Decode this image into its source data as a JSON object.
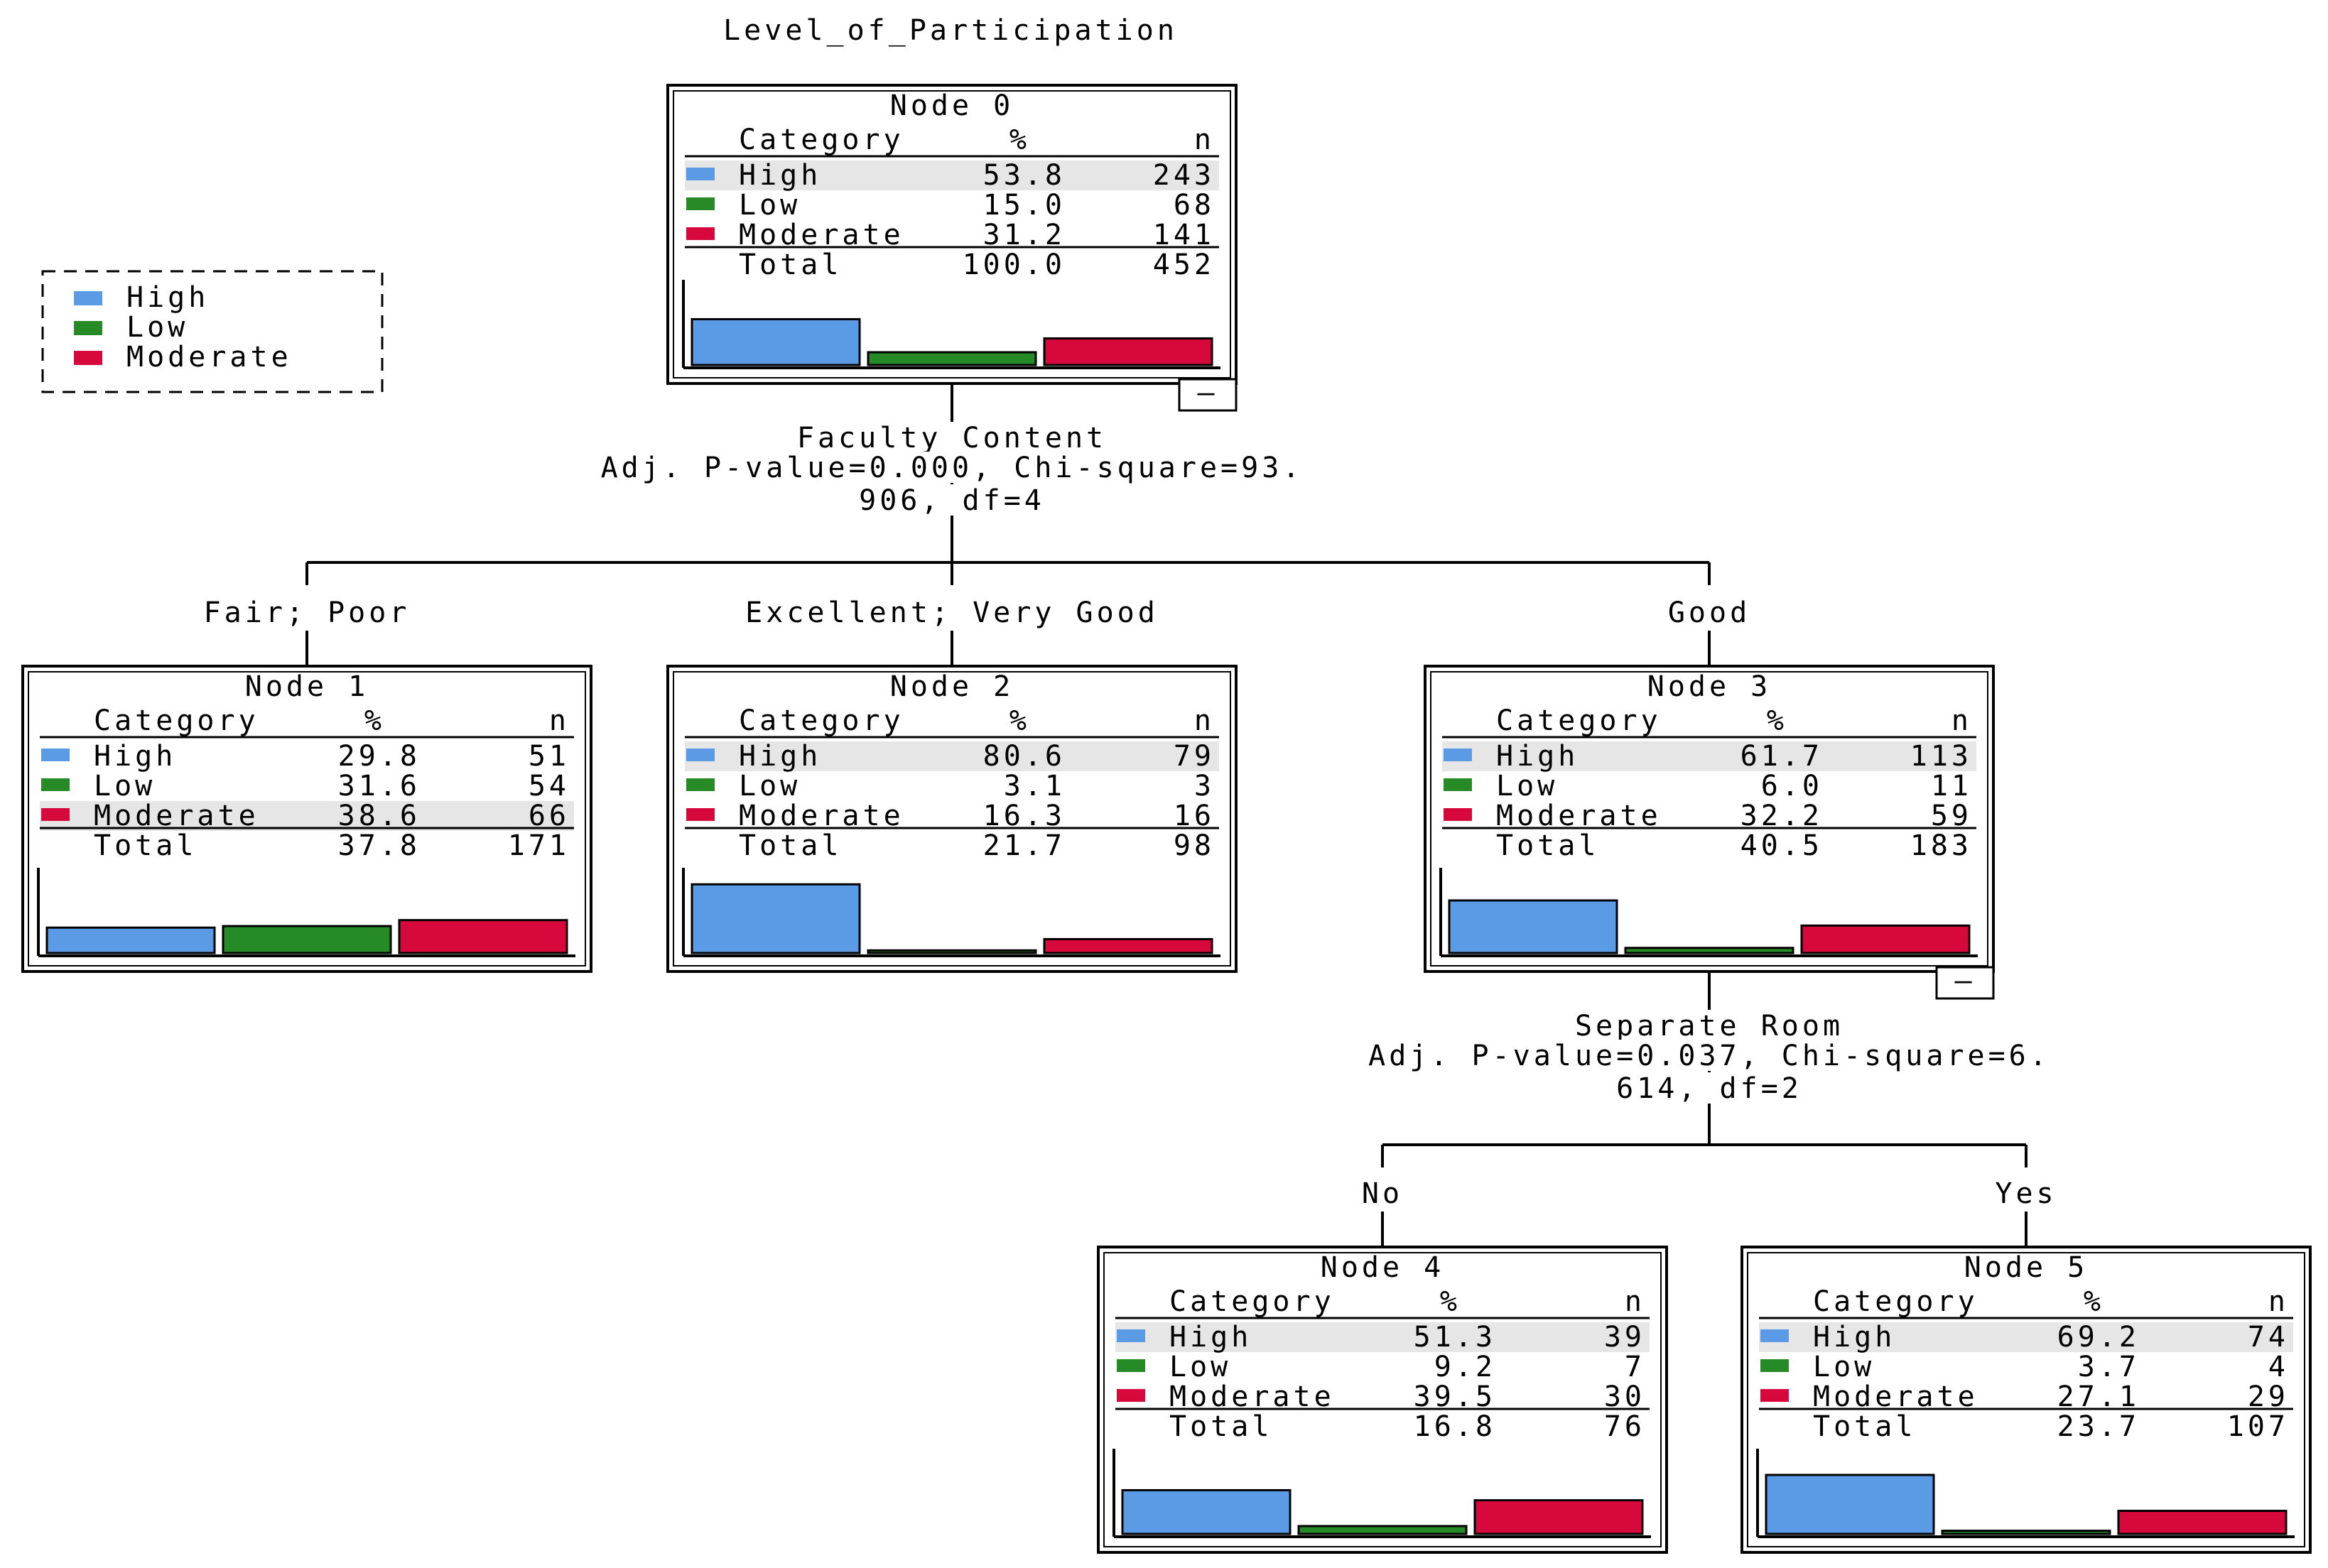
{
  "title": "Level_of_Participation",
  "legend": {
    "items": [
      {
        "label": "High",
        "color": "#5b9be6"
      },
      {
        "label": "Low",
        "color": "#268a26"
      },
      {
        "label": "Moderate",
        "color": "#d6083c"
      }
    ]
  },
  "table_headers": {
    "category": "Category",
    "percent": "%",
    "n": "n",
    "total": "Total"
  },
  "nodes": [
    {
      "id": 0,
      "title": "Node 0",
      "rows": [
        {
          "category": "High",
          "percent": "53.8",
          "n": "243"
        },
        {
          "category": "Low",
          "percent": "15.0",
          "n": "68"
        },
        {
          "category": "Moderate",
          "percent": "31.2",
          "n": "141"
        }
      ],
      "total_percent": "100.0",
      "total_n": "452",
      "highlight_row": 0,
      "collapse": "—"
    },
    {
      "id": 1,
      "title": "Node 1",
      "rows": [
        {
          "category": "High",
          "percent": "29.8",
          "n": "51"
        },
        {
          "category": "Low",
          "percent": "31.6",
          "n": "54"
        },
        {
          "category": "Moderate",
          "percent": "38.6",
          "n": "66"
        }
      ],
      "total_percent": "37.8",
      "total_n": "171",
      "highlight_row": 2
    },
    {
      "id": 2,
      "title": "Node 2",
      "rows": [
        {
          "category": "High",
          "percent": "80.6",
          "n": "79"
        },
        {
          "category": "Low",
          "percent": "3.1",
          "n": "3"
        },
        {
          "category": "Moderate",
          "percent": "16.3",
          "n": "16"
        }
      ],
      "total_percent": "21.7",
      "total_n": "98",
      "highlight_row": 0
    },
    {
      "id": 3,
      "title": "Node 3",
      "rows": [
        {
          "category": "High",
          "percent": "61.7",
          "n": "113"
        },
        {
          "category": "Low",
          "percent": "6.0",
          "n": "11"
        },
        {
          "category": "Moderate",
          "percent": "32.2",
          "n": "59"
        }
      ],
      "total_percent": "40.5",
      "total_n": "183",
      "highlight_row": 0,
      "collapse": "—"
    },
    {
      "id": 4,
      "title": "Node 4",
      "rows": [
        {
          "category": "High",
          "percent": "51.3",
          "n": "39"
        },
        {
          "category": "Low",
          "percent": "9.2",
          "n": "7"
        },
        {
          "category": "Moderate",
          "percent": "39.5",
          "n": "30"
        }
      ],
      "total_percent": "16.8",
      "total_n": "76",
      "highlight_row": 0
    },
    {
      "id": 5,
      "title": "Node 5",
      "rows": [
        {
          "category": "High",
          "percent": "69.2",
          "n": "74"
        },
        {
          "category": "Low",
          "percent": "3.7",
          "n": "4"
        },
        {
          "category": "Moderate",
          "percent": "27.1",
          "n": "29"
        }
      ],
      "total_percent": "23.7",
      "total_n": "107",
      "highlight_row": 0
    }
  ],
  "splits": [
    {
      "parent": 0,
      "lines": [
        "Faculty_Content",
        "Adj. P-value=0.000, Chi-square=93.",
        "906, df=4"
      ]
    },
    {
      "parent": 3,
      "lines": [
        "Separate_Room",
        "Adj. P-value=0.037, Chi-square=6.",
        "614, df=2"
      ]
    }
  ],
  "branches": [
    {
      "parent": 0,
      "child": 1,
      "label": "Fair; Poor"
    },
    {
      "parent": 0,
      "child": 2,
      "label": "Excellent; Very Good"
    },
    {
      "parent": 0,
      "child": 3,
      "label": "Good"
    },
    {
      "parent": 3,
      "child": 4,
      "label": "No"
    },
    {
      "parent": 3,
      "child": 5,
      "label": "Yes"
    }
  ]
}
